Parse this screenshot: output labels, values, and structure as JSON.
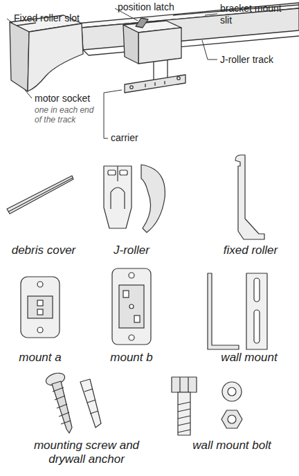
{
  "diagram": {
    "labels": [
      "Fixed roller slot",
      "position latch",
      "bracket mount slit",
      "J-roller track",
      "motor socket",
      "one in each end of the track",
      "carrier",
      "debris cover",
      "J-roller",
      "fixed roller",
      "mount a",
      "mount b",
      "wall mount",
      "mounting screw and drywall anchor",
      "wall mount bolt"
    ]
  }
}
